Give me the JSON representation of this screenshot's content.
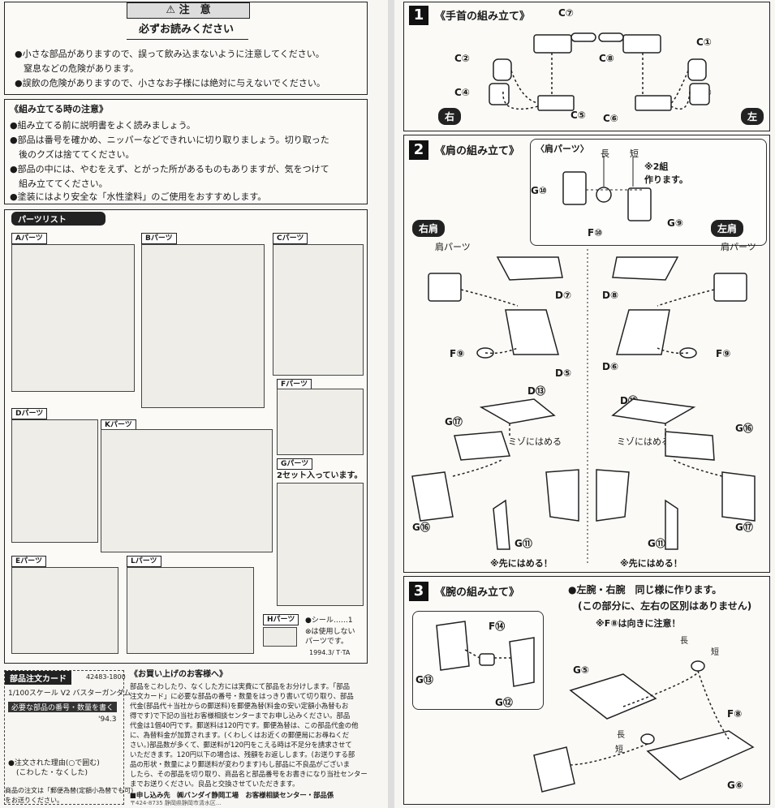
{
  "caution": {
    "header": "注　意",
    "subheader": "必ずお読みください",
    "lines": [
      "●小さな部品がありますので、誤って飲み込まないように注意してください。",
      "　窒息などの危険があります。",
      "●誤飲の危険がありますので、小さなお子様には絶対に与えないでください。"
    ]
  },
  "assembly_notes": {
    "title": "《組み立てる時の注意》",
    "lines": [
      "●組み立てる前に説明書をよく読みましょう。",
      "●部品は番号を確かめ、ニッパーなどできれいに切り取りましょう。切り取った",
      "　後のクズは捨ててください。",
      "●部品の中には、やむをえず、とがった所があるものもありますが、気をつけて",
      "　組み立ててください。",
      "●塗装にはより安全な「水性塗料」のご使用をおすすめします。"
    ]
  },
  "parts_list": {
    "title": "パーツリスト",
    "A": "Aパーツ",
    "B": "Bパーツ",
    "C": "Cパーツ",
    "D": "Dパーツ",
    "K": "Kパーツ",
    "F": "Fパーツ",
    "G": "Gパーツ",
    "G_note": "2セット入っています。",
    "E": "Eパーツ",
    "L": "Lパーツ",
    "H": "Hパーツ",
    "seal": "●シール……1",
    "unused": "⊗は使用しない",
    "unused2": "パーツです。",
    "stamp": "1994.3/ T·TA"
  },
  "order_card": {
    "title": "部品注文カード",
    "code": "42483-1800",
    "product": "1/100スケール V2 バスターガンダム",
    "required": "必要な部品の番号・数量を書く",
    "year": "'94.3",
    "note1": "●注文された理由(○で囲む)",
    "note2": "(こわした・なくした)",
    "bottom1": "商品の注文は「郵便為替(定額小為替でも可)",
    "bottom2": "をお送りください。"
  },
  "customers": {
    "title": "《お買い上げのお客様へ》",
    "lines": [
      "部品をこわしたり、なくした方には実費にて部品をお分けします。「部品",
      "注文カード」に必要な部品の番号・数量をはっきり書いて切り取り、部品",
      "代金(部品代＋当社からの郵送料)を郵便為替(料金の安い定額小為替もお",
      "得です)で下記の当社お客様相談センターまでお申し込みください。部品",
      "代金は1個40円です。郵送料は120円です。郵便為替は、この部品代金の他",
      "に、為替料金が加算されます。(くわしくはお近くの郵便局にお尋ねくだ",
      "さい。)部品数が多くて、郵送料が120円をこえる時は不足分を請求させて",
      "いただきます。120円以下の場合は、残額をお返しします。(お送りする部",
      "品の形状・数量により郵送料が変わります)もし部品に不良品がございま",
      "したら、その部品を切り取り、商品名と部品番号をお書きになり当社センター",
      "までお送りください。良品と交換させていただきます。"
    ],
    "contact": "■申し込み先　㈱バンダイ静岡工場　お客様相談センター・部品係",
    "address": "〒424-8735 静岡県静岡市清水区..."
  },
  "step1": {
    "num": "1",
    "title": "《手首の組み立て》",
    "right": "右",
    "left": "左",
    "labels": [
      "C⑦",
      "C②",
      "C④",
      "C⑤",
      "C⑧",
      "C①",
      "C③",
      "C⑥"
    ]
  },
  "step2": {
    "num": "2",
    "title": "《肩の組み立て》",
    "shoulder_title": "〈肩パーツ〉",
    "long": "長",
    "short": "短",
    "two_sets": "※2組",
    "make": "作ります。",
    "g10": "G⑩",
    "f10": "F⑩",
    "g9": "G⑨",
    "right_shoulder": "右肩",
    "left_shoulder": "左肩",
    "shoulder_part": "肩パーツ",
    "shoulder_part_r": "肩パーツ",
    "d7": "D⑦",
    "d8": "D⑧",
    "f9l": "F⑨",
    "f9r": "F⑨",
    "d5": "D⑤",
    "d6": "D⑥",
    "d13l": "D⑬",
    "d13r": "D⑬",
    "g17l": "G⑰",
    "g16r": "G⑯",
    "groove_l": "ミゾにはめる",
    "groove_r": "ミゾにはめる",
    "g16l": "G⑯",
    "g17r": "G⑰",
    "g11l": "G⑪",
    "g11r": "G⑪",
    "tip_l": "※先にはめる！",
    "tip_r": "※先にはめる！"
  },
  "step3": {
    "num": "3",
    "title": "《腕の組み立て》",
    "note1": "●左腕・右腕　同じ様に作ります。",
    "note2": "(この部分に、左右の区別はありません)",
    "note3": "※F⑧は向きに注意！",
    "f14": "F⑭",
    "g13": "G⑬",
    "g12": "G⑫",
    "g5": "G⑤",
    "f8": "F⑧",
    "g6": "G⑥",
    "long_a": "長",
    "short_a": "短",
    "long_b": "長",
    "short_b": "短"
  }
}
